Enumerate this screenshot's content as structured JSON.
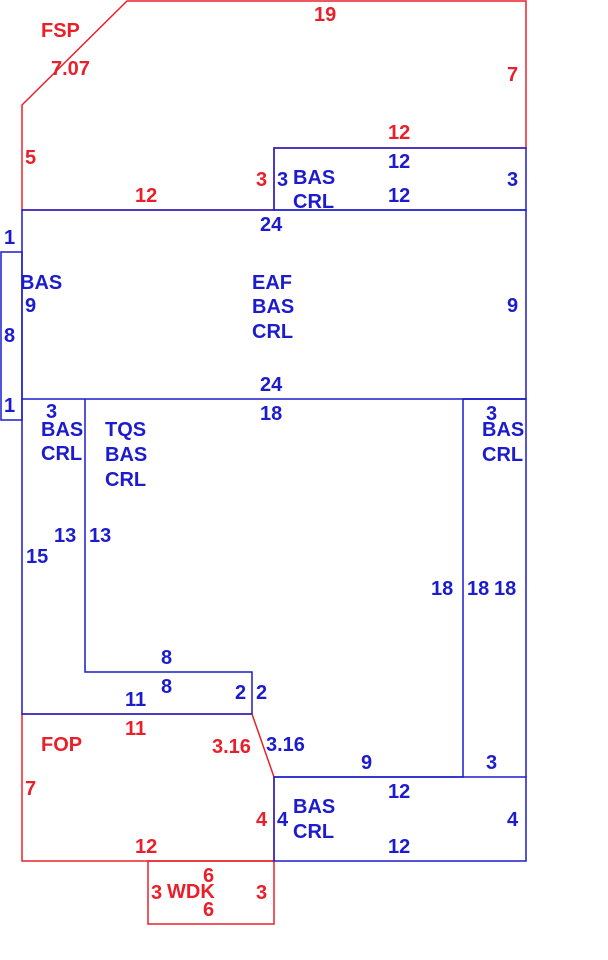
{
  "colors": {
    "red": "#e8202a",
    "blue": "#1c1ccc"
  },
  "labels": {
    "fsp": "FSP",
    "fsp_top": "19",
    "fsp_right": "7",
    "fsp_diag": "7.07",
    "fsp_left": "5",
    "fsp_bottom": "12",
    "fsp_step_top": "12",
    "fsp_step_left": "3",
    "bas_top_code1": "BAS",
    "bas_top_code2": "CRL",
    "bas_top_left": "3",
    "bas_top_top": "12",
    "bas_top_bottom": "12",
    "bas_top_right": "3",
    "eaf_code1": "EAF",
    "eaf_code2": "BAS",
    "eaf_code3": "CRL",
    "eaf_top": "24",
    "eaf_bottom": "24",
    "eaf_right": "9",
    "eaf_left": "9",
    "eaf_left_code": "BAS",
    "strip_top": "1",
    "strip_side": "8",
    "strip_bottom": "1",
    "lc_code1": "BAS",
    "lc_code2": "CRL",
    "lc_top": "3",
    "lc_mid": "13",
    "lc_left": "15",
    "lc_bottom": "11",
    "tqs_code1": "TQS",
    "tqs_code2": "BAS",
    "tqs_code3": "CRL",
    "tqs_top": "18",
    "tqs_left": "13",
    "tqs_step_top": "8",
    "tqs_step_bottom": "8",
    "tqs_step_left": "2",
    "tqs_step_right": "2",
    "tqs_right": "18",
    "tqs_diag": "3.16",
    "tqs_bottom": "9",
    "rc_code1": "BAS",
    "rc_code2": "CRL",
    "rc_top": "3",
    "rc_left": "18",
    "rc_right": "18",
    "rc_bottom": "3",
    "bb_code1": "BAS",
    "bb_code2": "CRL",
    "bb_left": "4",
    "bb_top": "12",
    "bb_bottom": "12",
    "bb_right": "4",
    "fop": "FOP",
    "fop_top": "11",
    "fop_left": "7",
    "fop_diag": "3.16",
    "fop_right": "4",
    "fop_bottom": "12",
    "wdk": "WDK",
    "wdk_top": "6",
    "wdk_bottom": "6",
    "wdk_left": "3",
    "wdk_right": "3"
  }
}
